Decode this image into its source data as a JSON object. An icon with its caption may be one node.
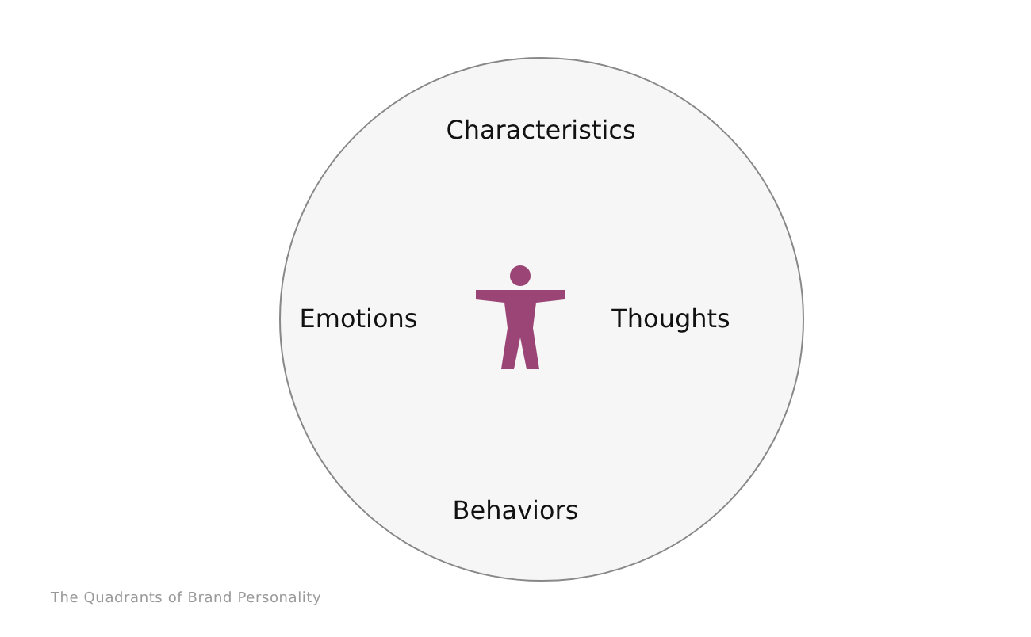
{
  "diagram": {
    "caption": "The Quadrants of Brand Personality",
    "nodes": [
      {
        "text": [
          "Characteristics",
          "Emotions",
          "Thoughts",
          "Behaviors"
        ]
      }
    ]
  }
}
